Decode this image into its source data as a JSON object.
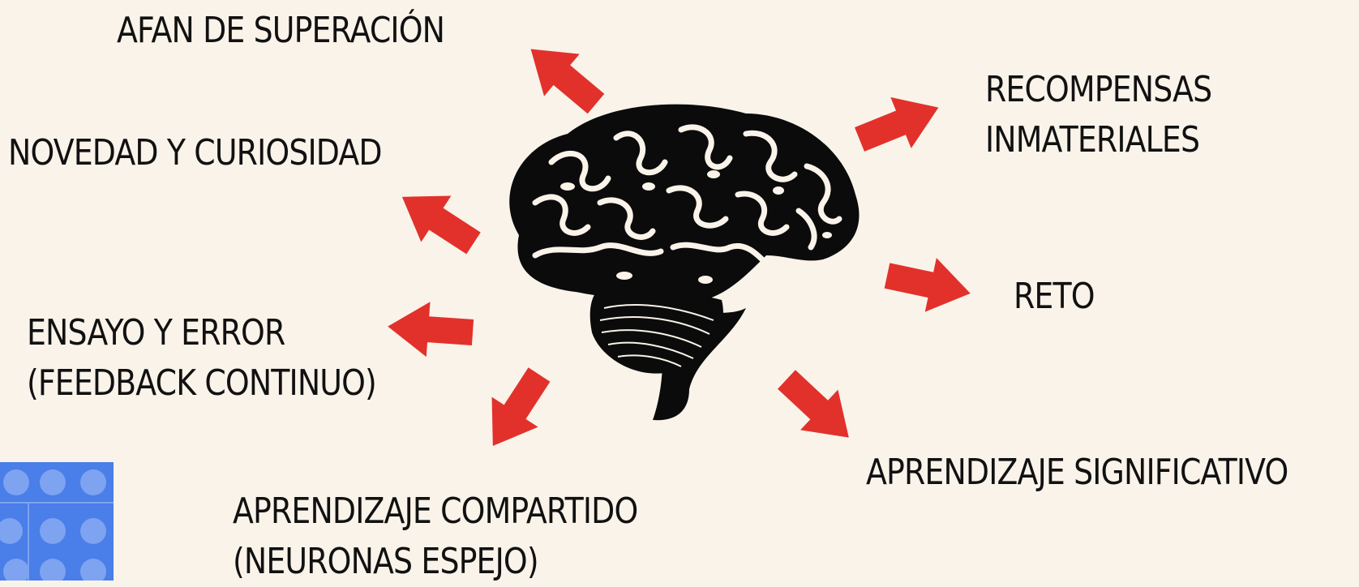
{
  "labels": {
    "afan": [
      "AFAN DE SUPERACIÓN"
    ],
    "novedad": [
      "NOVEDAD Y CURIOSIDAD"
    ],
    "ensayo": [
      "ENSAYO Y ERROR",
      "(FEEDBACK CONTINUO)"
    ],
    "compartido": [
      "APRENDIZAJE COMPARTIDO",
      "(NEURONAS ESPEJO)"
    ],
    "recompensas": [
      "RECOMPENSAS",
      "INMATERIALES"
    ],
    "reto": [
      "RETO"
    ],
    "significativo": [
      "APRENDIZAJE SIGNIFICATIVO"
    ]
  },
  "colors": {
    "background": "#f9f3ea",
    "arrow": "#e2312b",
    "brain": "#0b0b0b",
    "lego": "#4a7ee8"
  }
}
